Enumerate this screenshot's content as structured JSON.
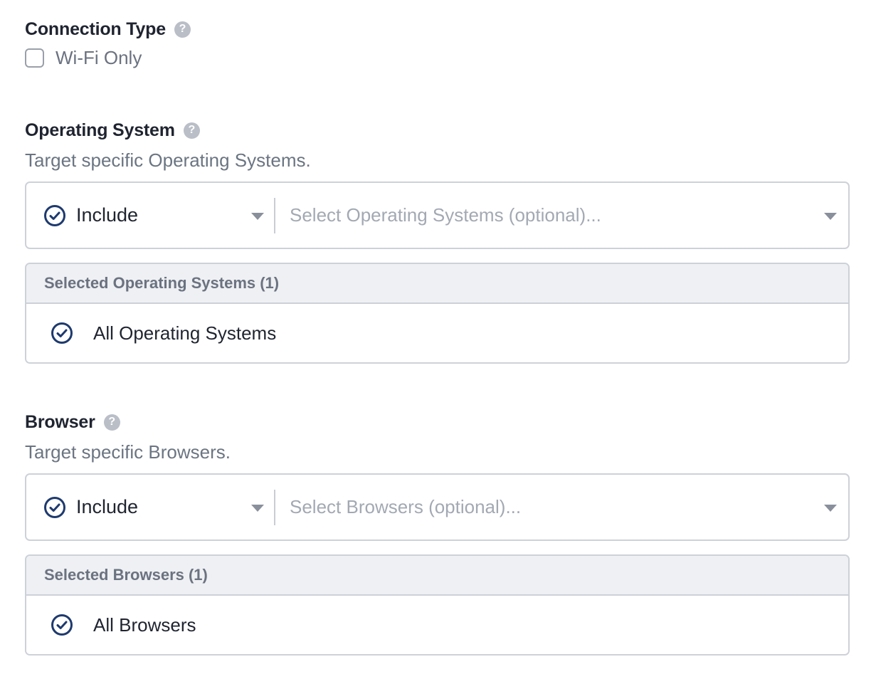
{
  "connection_type": {
    "title": "Connection Type",
    "help_glyph": "?",
    "checkbox_label": "Wi-Fi Only",
    "checked": false
  },
  "operating_system": {
    "title": "Operating System",
    "help_glyph": "?",
    "description": "Target specific Operating Systems.",
    "mode_label": "Include",
    "placeholder": "Select Operating Systems (optional)...",
    "selected_header": "Selected Operating Systems (1)",
    "selected_items": [
      "All Operating Systems"
    ]
  },
  "browser": {
    "title": "Browser",
    "help_glyph": "?",
    "description": "Target specific Browsers.",
    "mode_label": "Include",
    "placeholder": "Select Browsers (optional)...",
    "selected_header": "Selected Browsers (1)",
    "selected_items": [
      "All Browsers"
    ]
  },
  "colors": {
    "accent": "#1e3a6e",
    "help_icon": "#b9bec7",
    "border": "#cdd1d8",
    "header_bg": "#eef0f3"
  },
  "icons": {
    "help": "question-circle-icon",
    "check": "check-circle-icon",
    "caret": "caret-down-icon"
  }
}
